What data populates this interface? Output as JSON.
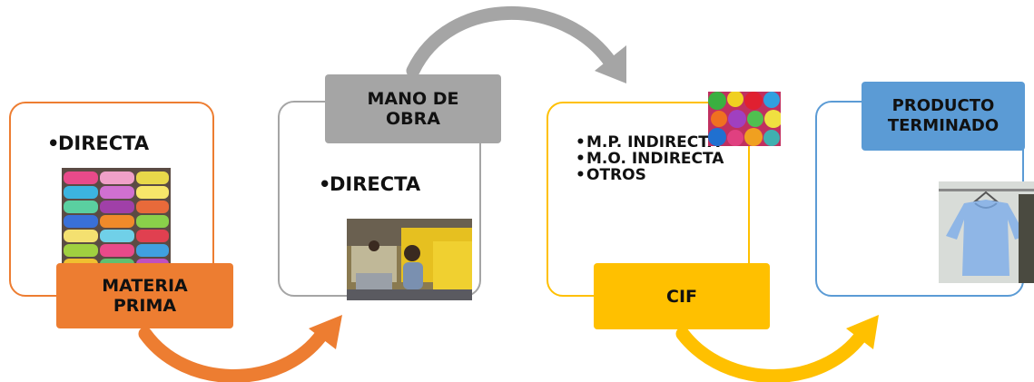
{
  "colors": {
    "materia": "#ED7D31",
    "mano": "#A5A5A5",
    "cif": "#FFC000",
    "producto": "#5B9BD5"
  },
  "materia_prima": {
    "bullets": [
      "DIRECTA"
    ],
    "label": "MATERIA PRIMA",
    "image": "fabric-rolls-photo"
  },
  "mano_de_obra": {
    "label": "MANO DE OBRA",
    "bullets": [
      "DIRECTA"
    ],
    "image": "garment-workers-photo"
  },
  "cif": {
    "bullets": [
      "M.P. INDIRECTA",
      "M.O. INDIRECTA",
      "OTROS"
    ],
    "label": "CIF",
    "image": "buttons-photo"
  },
  "producto_terminado": {
    "label": "PRODUCTO TERMINADO",
    "image": "blouse-on-hanger-photo"
  }
}
